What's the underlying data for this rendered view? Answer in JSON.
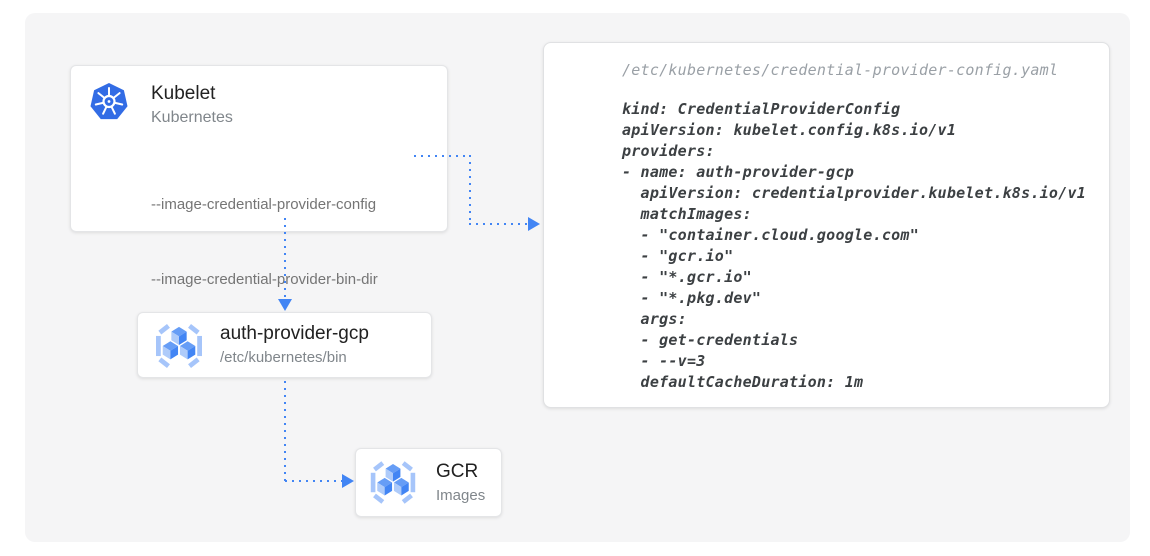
{
  "colors": {
    "accent_blue": "#4285F4",
    "kubernetes_blue": "#326CE5",
    "panel_background": "#F5F5F6"
  },
  "kubelet_card": {
    "icon": "kubernetes-wheel-icon",
    "title": "Kubelet",
    "subtitle": "Kubernetes",
    "flags": [
      "--image-credential-provider-config",
      "--image-credential-provider-bin-dir"
    ]
  },
  "config_card": {
    "file_path": "/etc/kubernetes/credential-provider-config.yaml",
    "code_lines": [
      "kind: CredentialProviderConfig",
      "apiVersion: kubelet.config.k8s.io/v1",
      "providers:",
      "- name: auth-provider-gcp",
      "  apiVersion: credentialprovider.kubelet.k8s.io/v1",
      "  matchImages:",
      "  - \"container.cloud.google.com\"",
      "  - \"gcr.io\"",
      "  - \"*.gcr.io\"",
      "  - \"*.pkg.dev\"",
      "  args:",
      "  - get-credentials",
      "  - --v=3",
      "  defaultCacheDuration: 1m"
    ]
  },
  "auth_provider_card": {
    "icon": "container-registry-icon",
    "title": "auth-provider-gcp",
    "subtitle": "/etc/kubernetes/bin"
  },
  "gcr_card": {
    "icon": "container-registry-icon",
    "title": "GCR",
    "subtitle": "Images"
  }
}
